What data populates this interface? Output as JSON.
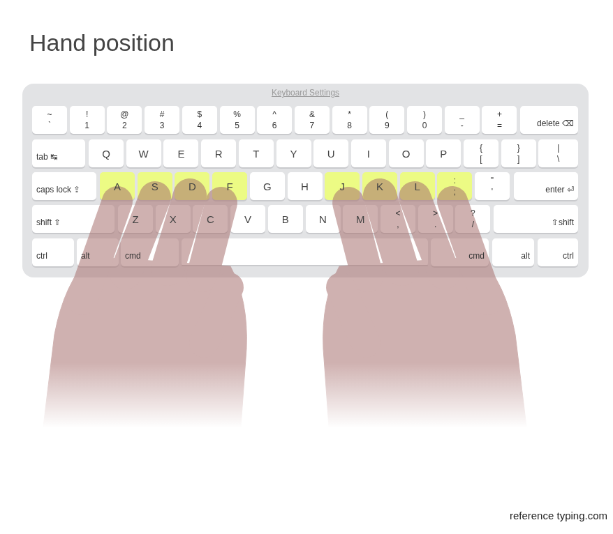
{
  "diagram": {
    "title": "Hand position",
    "caption": "reference typing.com",
    "nodes": [
      {
        "text": [
          "Keyboard Settings"
        ]
      },
      {
        "text": [
          "~",
          "`"
        ],
        "in": 0
      },
      {
        "text": [
          "!",
          "1"
        ],
        "in": 0
      },
      {
        "text": [
          "@",
          "2"
        ],
        "in": 0
      },
      {
        "text": [
          "#",
          "3"
        ],
        "in": 0
      },
      {
        "text": [
          "$",
          "4"
        ],
        "in": 0
      },
      {
        "text": [
          "%",
          "5"
        ],
        "in": 0
      },
      {
        "text": [
          "^",
          "6"
        ],
        "in": 0
      },
      {
        "text": [
          "&",
          "7"
        ],
        "in": 0
      },
      {
        "text": [
          "*",
          "8"
        ],
        "in": 0
      },
      {
        "text": [
          "(",
          "9"
        ],
        "in": 0
      },
      {
        "text": [
          ")",
          "0"
        ],
        "in": 0
      },
      {
        "text": [
          "_",
          "-"
        ],
        "in": 0
      },
      {
        "text": [
          "+",
          "="
        ],
        "in": 0
      },
      {
        "text": [
          "delete ⌫"
        ],
        "in": 0
      },
      {
        "text": [
          "tab ↹"
        ],
        "in": 0
      },
      {
        "text": [
          "Q"
        ],
        "in": 0
      },
      {
        "text": [
          "W"
        ],
        "in": 0
      },
      {
        "text": [
          "E"
        ],
        "in": 0
      },
      {
        "text": [
          "R"
        ],
        "in": 0
      },
      {
        "text": [
          "T"
        ],
        "in": 0
      },
      {
        "text": [
          "Y"
        ],
        "in": 0
      },
      {
        "text": [
          "U"
        ],
        "in": 0
      },
      {
        "text": [
          "I"
        ],
        "in": 0
      },
      {
        "text": [
          "O"
        ],
        "in": 0
      },
      {
        "text": [
          "P"
        ],
        "in": 0
      },
      {
        "text": [
          "{",
          "["
        ],
        "in": 0
      },
      {
        "text": [
          "}",
          "]"
        ],
        "in": 0
      },
      {
        "text": [
          "|",
          "\\"
        ],
        "in": 0
      },
      {
        "text": [
          "caps lock ⇪"
        ],
        "in": 0
      },
      {
        "text": [
          "A"
        ],
        "in": 0
      },
      {
        "text": [
          "S"
        ],
        "in": 0
      },
      {
        "text": [
          "D"
        ],
        "in": 0
      },
      {
        "text": [
          "F"
        ],
        "in": 0
      },
      {
        "text": [
          "G"
        ],
        "in": 0
      },
      {
        "text": [
          "H"
        ],
        "in": 0
      },
      {
        "text": [
          "J"
        ],
        "in": 0
      },
      {
        "text": [
          "K"
        ],
        "in": 0
      },
      {
        "text": [
          "L"
        ],
        "in": 0
      },
      {
        "text": [
          ":",
          ";"
        ],
        "in": 0
      },
      {
        "text": [
          "\"",
          "'"
        ],
        "in": 0
      },
      {
        "text": [
          "enter ⏎"
        ],
        "in": 0
      },
      {
        "text": [
          "shift ⇧"
        ],
        "in": 0
      },
      {
        "text": [
          "Z"
        ],
        "in": 0
      },
      {
        "text": [
          "X"
        ],
        "in": 0
      },
      {
        "text": [
          "C"
        ],
        "in": 0
      },
      {
        "text": [
          "V"
        ],
        "in": 0
      },
      {
        "text": [
          "B"
        ],
        "in": 0
      },
      {
        "text": [
          "N"
        ],
        "in": 0
      },
      {
        "text": [
          "M"
        ],
        "in": 0
      },
      {
        "text": [
          "<",
          ","
        ],
        "in": 0
      },
      {
        "text": [
          ">",
          "."
        ],
        "in": 0
      },
      {
        "text": [
          "?",
          "/"
        ],
        "in": 0
      },
      {
        "text": [
          "⇧shift"
        ],
        "in": 0
      },
      {
        "text": [
          "ctrl"
        ],
        "in": 0
      },
      {
        "text": [
          "alt"
        ],
        "in": 0
      },
      {
        "text": [
          "cmd"
        ],
        "in": 0
      },
      {
        "text": [
          "cmd"
        ],
        "in": 0
      },
      {
        "text": [
          "alt"
        ],
        "in": 0
      },
      {
        "text": [
          "ctrl"
        ],
        "in": 0
      }
    ]
  }
}
